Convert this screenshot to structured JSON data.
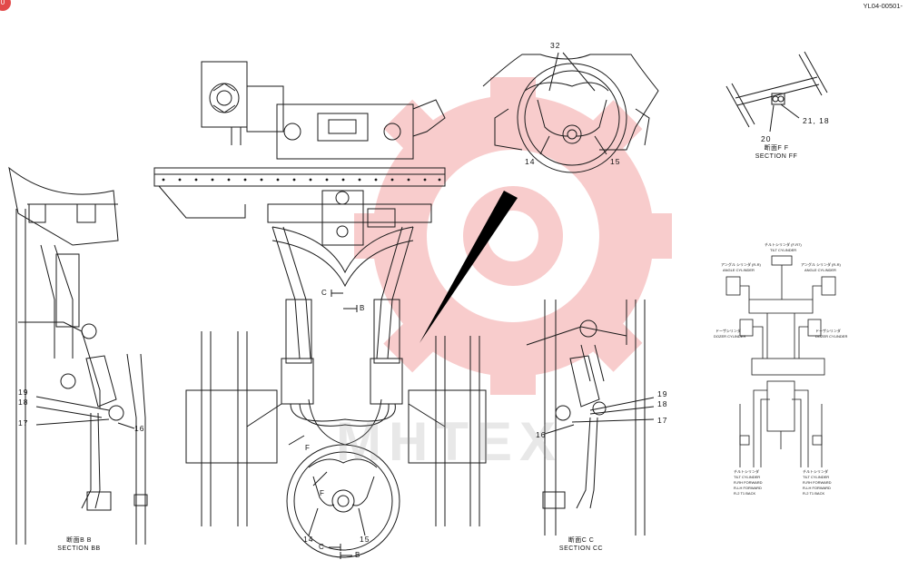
{
  "document": {
    "id": "YL04-00501-",
    "badge": "0"
  },
  "watermark": {
    "text": "MHTEX",
    "logo_color": "#e84a4a"
  },
  "section_ff": {
    "title": "断面F F",
    "subtitle": "SECTION FF",
    "parts": [
      "21, 18",
      "20"
    ]
  },
  "top_detail": {
    "parts": [
      "32",
      "14",
      "15"
    ]
  },
  "section_bb": {
    "title": "断面B B",
    "subtitle": "SECTION BB",
    "parts": [
      "19",
      "18",
      "17",
      "16"
    ]
  },
  "section_cc": {
    "title": "断面C C",
    "subtitle": "SECTION CC",
    "parts": [
      "19",
      "18",
      "17",
      "16"
    ]
  },
  "main_view": {
    "parts": [
      "14",
      "15"
    ],
    "markers": [
      "C",
      "B",
      "F"
    ]
  },
  "hydraulic_schematic": {
    "labels": [
      "チルトシリンダ (F-R7)",
      "TILT CYLINDER",
      "アングル シリンダ (R-R)",
      "ANGLE CYLINDER",
      "アングル シリンダ (R-R)",
      "ANGLE CYLINDER",
      "ドーザシリンダ",
      "DOZER CYLINDER",
      "ドーザシリンダ",
      "DOZER CYLINDER"
    ],
    "legend_left": [
      "チルトシリンダ",
      "TILT CYLINDER",
      "R-RH  FORWARD",
      "R-LH  FORWARD",
      "R-2 T1  BACK"
    ],
    "legend_right": [
      "チルトシリンダ",
      "TILT CYLINDER",
      "R-RH  FORWARD",
      "R-LH  FORWARD",
      "R-2 T1  BACK"
    ]
  }
}
